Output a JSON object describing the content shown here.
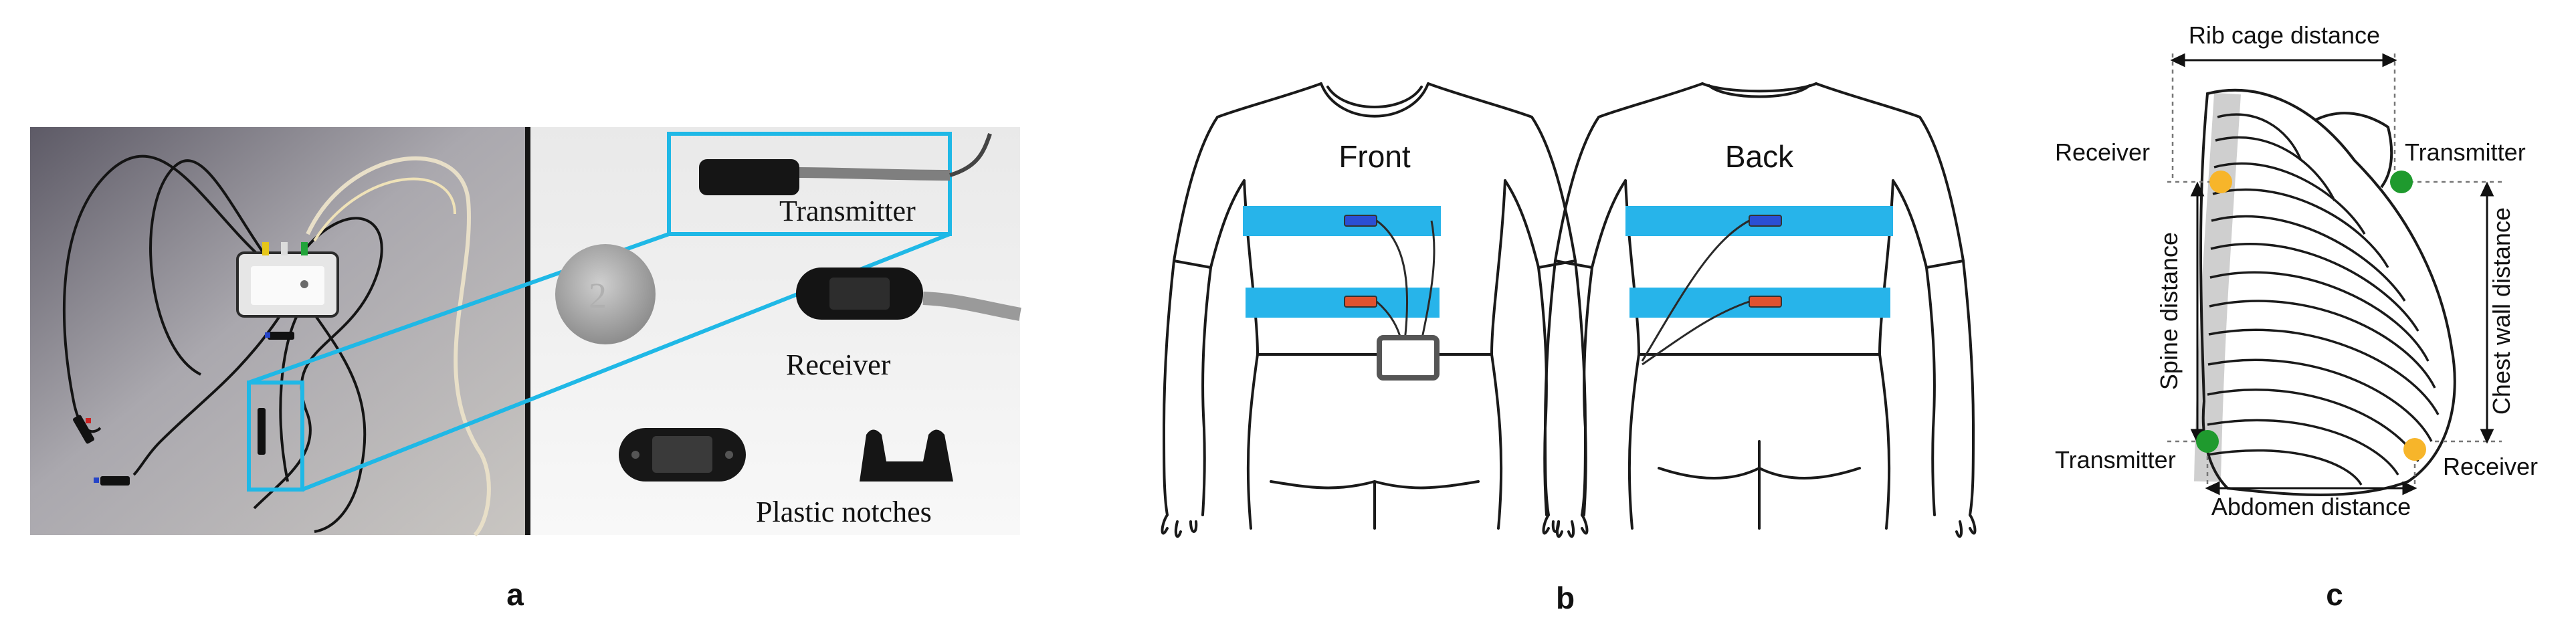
{
  "panel_a": {
    "caption": "a",
    "labels": {
      "transmitter": "Transmitter",
      "receiver": "Receiver",
      "notches": "Plastic notches"
    },
    "colors": {
      "zoom_box": "#1fb8e6"
    }
  },
  "panel_b": {
    "caption": "b",
    "front_label": "Front",
    "back_label": "Back",
    "colors": {
      "band": "#27b4ea",
      "sensor_blue": "#2b4fd4",
      "sensor_red": "#e0522f",
      "device": "#555555"
    }
  },
  "panel_c": {
    "caption": "c",
    "labels": {
      "rib_cage": "Rib cage distance",
      "spine": "Spine distance",
      "chest_wall": "Chest wall distance",
      "abdomen": "Abdomen distance",
      "receiver_top": "Receiver",
      "transmitter_top": "Transmitter",
      "transmitter_bottom": "Transmitter",
      "receiver_bottom": "Receiver"
    },
    "colors": {
      "receiver": "#f7b52a",
      "transmitter": "#1f9a2e"
    }
  }
}
